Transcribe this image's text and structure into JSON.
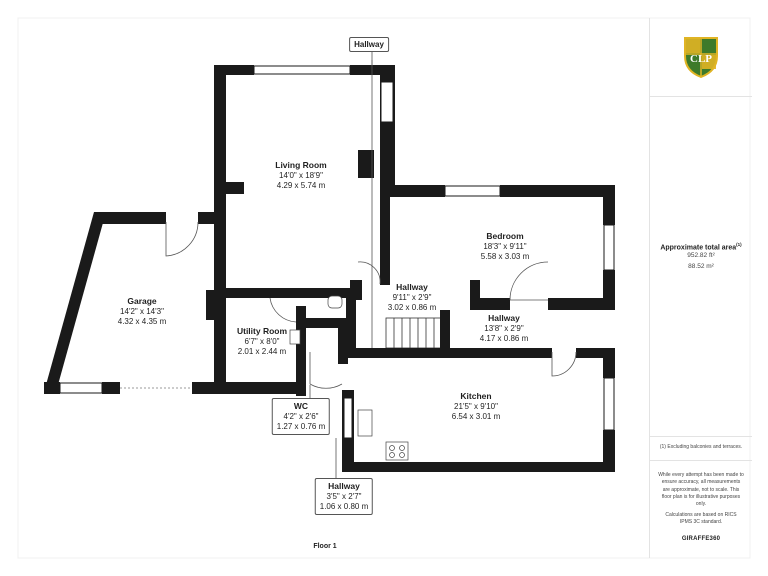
{
  "rooms": {
    "living_room": {
      "name": "Living Room",
      "imperial": "14'0\" x 18'9\"",
      "metric": "4.29 x 5.74 m"
    },
    "garage": {
      "name": "Garage",
      "imperial": "14'2\" x 14'3\"",
      "metric": "4.32 x 4.35 m"
    },
    "bedroom": {
      "name": "Bedroom",
      "imperial": "18'3\" x 9'11\"",
      "metric": "5.58 x 3.03 m"
    },
    "hallway_center": {
      "name": "Hallway",
      "imperial": "9'11\" x 2'9\"",
      "metric": "3.02 x 0.86 m"
    },
    "hallway_right": {
      "name": "Hallway",
      "imperial": "13'8\" x 2'9\"",
      "metric": "4.17 x 0.86 m"
    },
    "utility_room": {
      "name": "Utility Room",
      "imperial": "6'7\" x 8'0\"",
      "metric": "2.01 x 2.44 m"
    },
    "kitchen": {
      "name": "Kitchen",
      "imperial": "21'5\" x 9'10\"",
      "metric": "6.54 x 3.01 m"
    },
    "wc": {
      "name": "WC",
      "imperial": "4'2\" x 2'6\"",
      "metric": "1.27 x 0.76 m"
    },
    "hallway_bottom": {
      "name": "Hallway",
      "imperial": "3'5\" x 2'7\"",
      "metric": "1.06 x 0.80 m"
    }
  },
  "callouts": {
    "top_hallway": "Hallway"
  },
  "floor_label": "Floor 1",
  "sidebar": {
    "area_title": "Approximate total area",
    "area_note_marker": "(1)",
    "area_sqft": "952.82 ft²",
    "area_sqm": "88.52 m²",
    "footnote": "(1) Excluding balconies and terraces.",
    "disclaimer": "While every attempt has been made to ensure accuracy, all measurements are approximate, not to scale. This floor plan is for illustrative purposes only.",
    "ipms": "Calculations are based on RICS IPMS 3C standard.",
    "brand_main": "GIRAFFE",
    "brand_suffix": "360",
    "logo_letters": "CLP"
  },
  "colors": {
    "wall": "#1a1a1a",
    "logo_green": "#3d7a2a",
    "logo_gold": "#e0b424",
    "divider": "#e3e3e3"
  }
}
